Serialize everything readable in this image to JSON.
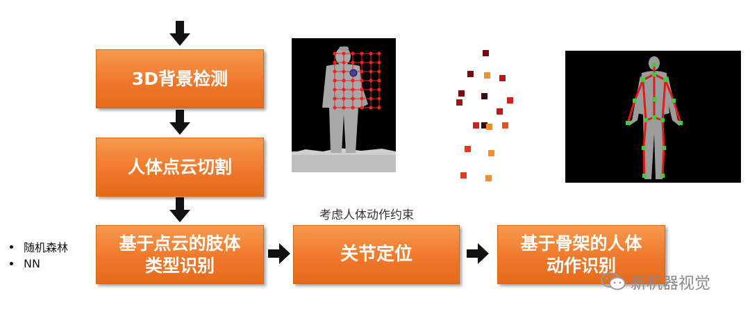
{
  "flow": {
    "step1": "3D背景检测",
    "step2": "人体点云切割",
    "step3_line1": "基于点云的肢体",
    "step3_line2": "类型识别",
    "step4": "关节定位",
    "step5_line1": "基于骨架的人体",
    "step5_line2": "动作识别"
  },
  "constraint_label": "考虑人体动作约束",
  "methods": [
    "随机森林",
    "NN"
  ],
  "watermark": "新机器视觉",
  "colors": {
    "box": "#f0782a",
    "arrow": "#111111",
    "joint_red": "#e21a1a",
    "joint_green": "#37d03a"
  },
  "icons": [
    "arrow-down-icon",
    "arrow-right-icon",
    "wechat-icon"
  ]
}
